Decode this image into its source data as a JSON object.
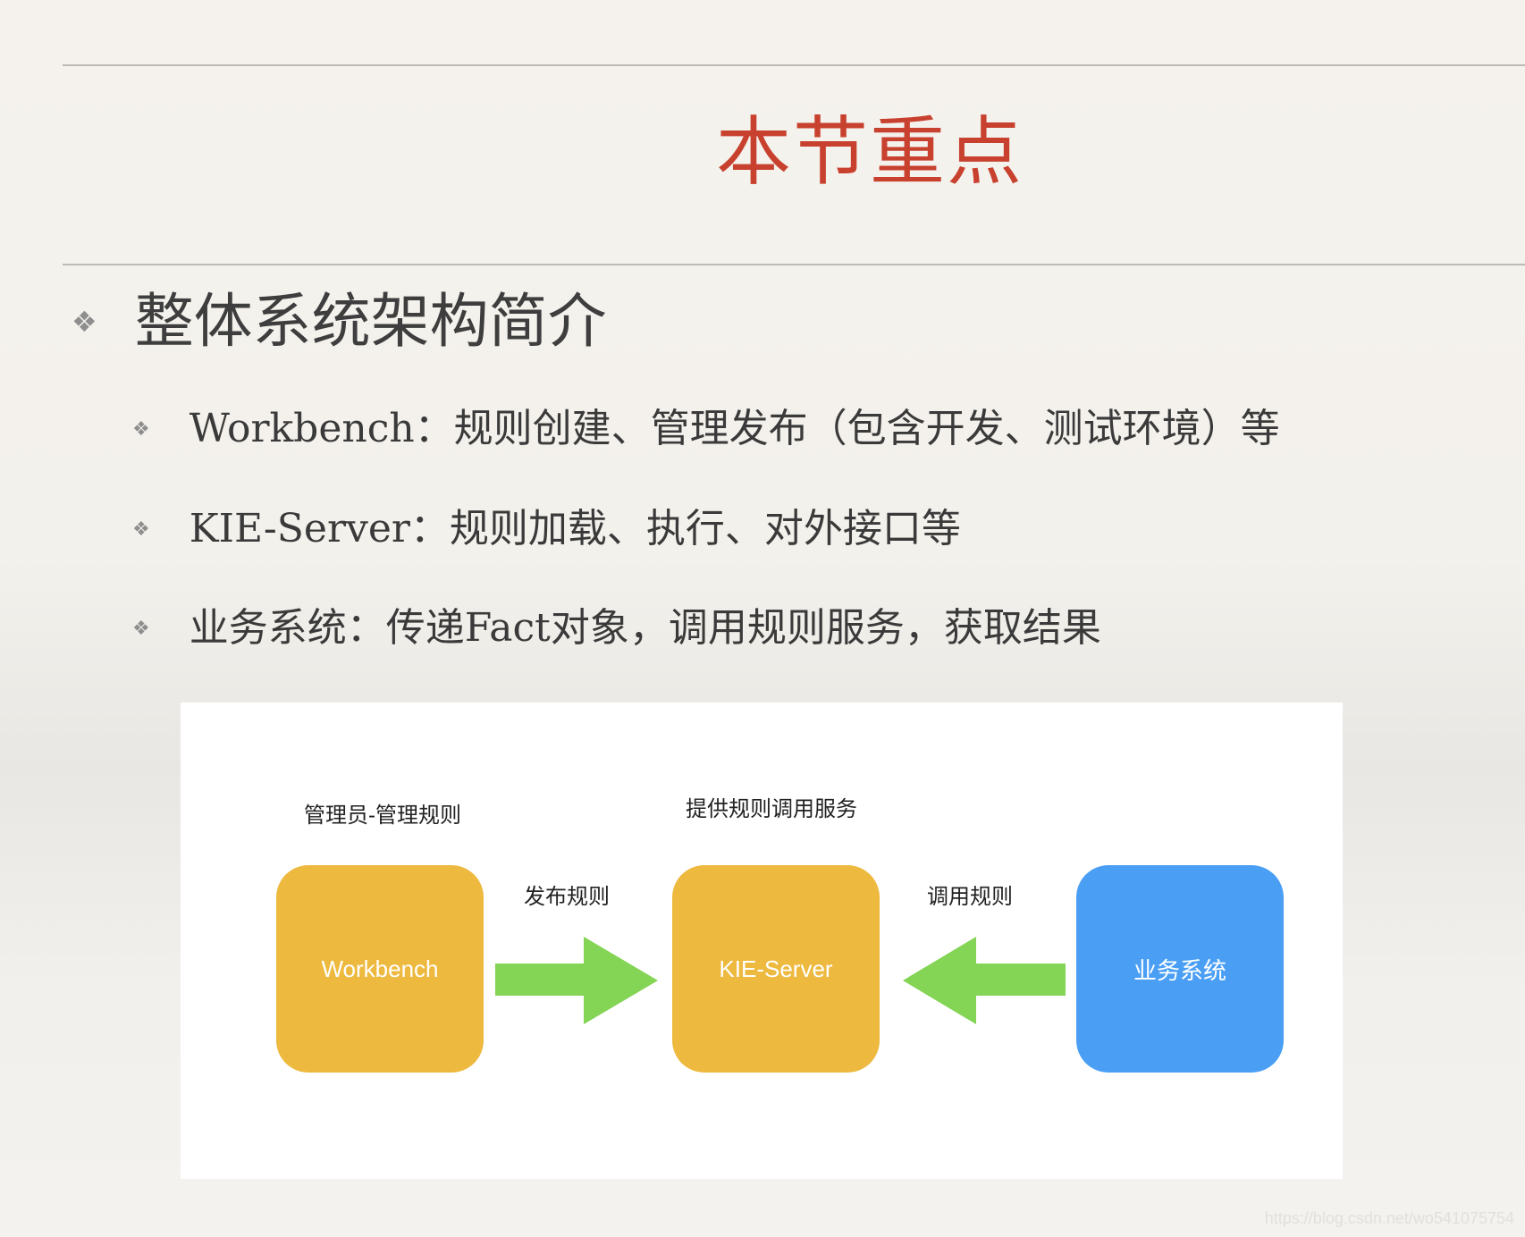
{
  "slide": {
    "title": "本节重点",
    "heading": "整体系统架构简介",
    "bullets": [
      {
        "text": "Workbench：规则创建、管理发布（包含开发、测试环境）等"
      },
      {
        "text": "KIE-Server：规则加载、执行、对外接口等"
      },
      {
        "text": "业务系统：传递Fact对象，调用规则服务，获取结果"
      }
    ],
    "bullet_icon": "diamond-cluster-icon",
    "title_color": "#c8412f"
  },
  "diagram": {
    "labels": {
      "workbench_caption": "管理员-管理规则",
      "kie_caption": "提供规则调用服务",
      "publish_arrow": "发布规则",
      "invoke_arrow": "调用规则"
    },
    "nodes": [
      {
        "id": "workbench",
        "label": "Workbench",
        "color": "#edb93e"
      },
      {
        "id": "kie-server",
        "label": "KIE-Server",
        "color": "#edb93e"
      },
      {
        "id": "business",
        "label": "业务系统",
        "color": "#4a9ff5"
      }
    ],
    "arrow_color": "#84d455"
  },
  "watermark": "https://blog.csdn.net/wo541075754"
}
